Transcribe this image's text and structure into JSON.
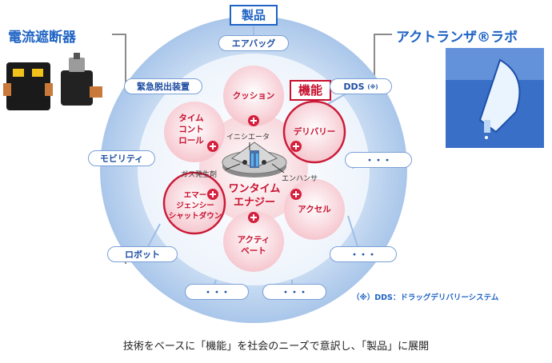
{
  "header": {
    "product_label": "製品",
    "function_label": "機能"
  },
  "left_product": {
    "title": "電流遮断器"
  },
  "right_product": {
    "title": "アクトランザ®ラボ"
  },
  "outer_items": {
    "airbag": "エアバッグ",
    "emergency_escape": "緊急脱出装置",
    "dds": "DDS",
    "dds_mark": "(※)",
    "mobility": "モビリティ",
    "robot": "ロボット",
    "more_right_1": "・・・",
    "more_right_2": "・・・",
    "more_bottom_1": "・・・",
    "more_bottom_2": "・・・"
  },
  "bubbles": {
    "cushion": "クッション",
    "timer": "タイム\nコント\nロール",
    "delivery": "デリバリー",
    "emergency": "エマー\nジェンシー\nシャットダウン",
    "accel": "アクセル",
    "activate": "アクティ\nベート"
  },
  "center": {
    "title": "ワンタイム\nエナジー",
    "initiator": "イニシエータ",
    "gas_generator": "ガス発生剤",
    "enhancer": "エンハンサ"
  },
  "footnote": "（※）DDS：ドラッグデリバリーシステム",
  "caption": "技術をベースに「機能」を社会のニーズで意訳し、「製品」に展開",
  "colors": {
    "brand_blue": "#1f63c4",
    "function_red": "#c8102e"
  }
}
